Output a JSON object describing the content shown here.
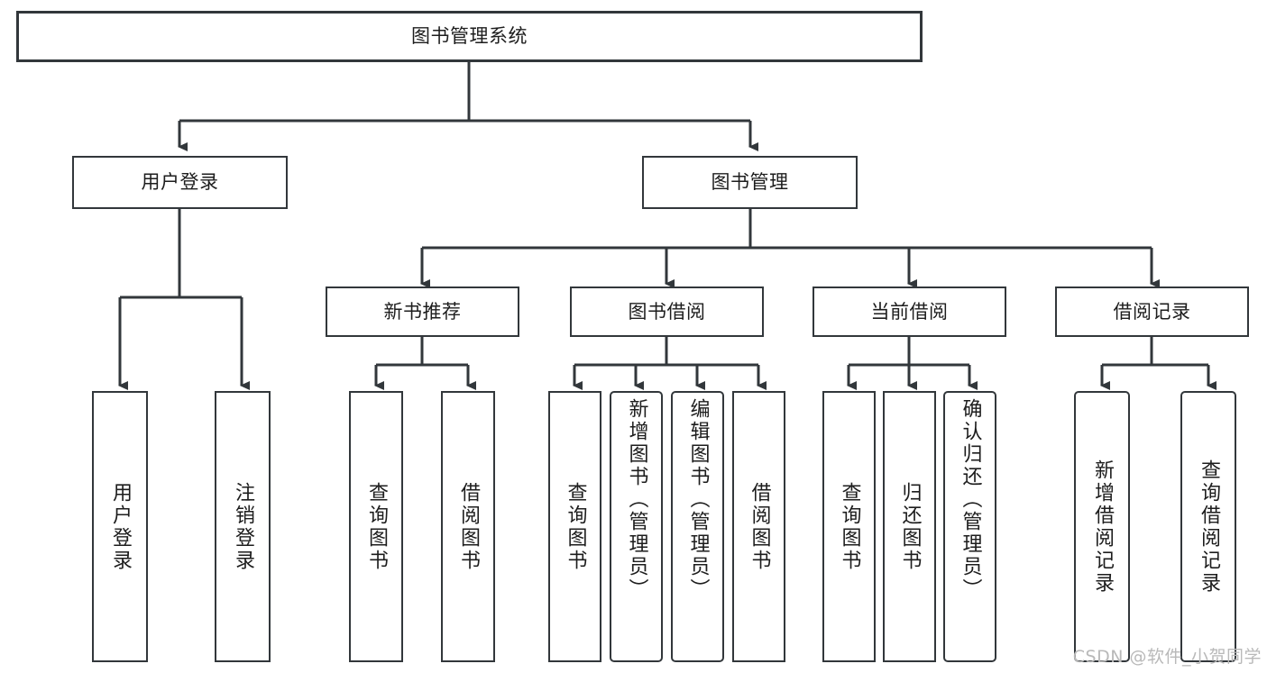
{
  "diagram": {
    "type": "tree",
    "title": "图书管理系统",
    "root": {
      "id": "root",
      "label": "图书管理系统"
    },
    "level2": [
      {
        "id": "user-login",
        "label": "用户登录"
      },
      {
        "id": "book-manage",
        "label": "图书管理"
      }
    ],
    "level3": [
      {
        "id": "new-book-rec",
        "label": "新书推荐",
        "parent": "book-manage"
      },
      {
        "id": "book-borrow",
        "label": "图书借阅",
        "parent": "book-manage"
      },
      {
        "id": "current-borrow",
        "label": "当前借阅",
        "parent": "book-manage"
      },
      {
        "id": "borrow-record",
        "label": "借阅记录",
        "parent": "book-manage"
      }
    ],
    "leaves": [
      {
        "id": "leaf-user-login",
        "label": "用户登录",
        "parent": "user-login"
      },
      {
        "id": "leaf-logout-login",
        "label": "注销登录",
        "parent": "user-login"
      },
      {
        "id": "leaf-query-book-1",
        "label": "查询图书",
        "parent": "new-book-rec"
      },
      {
        "id": "leaf-borrow-book-1",
        "label": "借阅图书",
        "parent": "new-book-rec"
      },
      {
        "id": "leaf-query-book-2",
        "label": "查询图书",
        "parent": "book-borrow"
      },
      {
        "id": "leaf-add-book",
        "label": "新增图书（管理员）",
        "parent": "book-borrow"
      },
      {
        "id": "leaf-edit-book",
        "label": "编辑图书（管理员）",
        "parent": "book-borrow"
      },
      {
        "id": "leaf-borrow-book-2",
        "label": "借阅图书",
        "parent": "book-borrow"
      },
      {
        "id": "leaf-query-book-3",
        "label": "查询图书",
        "parent": "current-borrow"
      },
      {
        "id": "leaf-return-book",
        "label": "归还图书",
        "parent": "current-borrow"
      },
      {
        "id": "leaf-confirm-return",
        "label": "确认归还（管理员）",
        "parent": "current-borrow"
      },
      {
        "id": "leaf-add-record",
        "label": "新增借阅记录",
        "parent": "borrow-record"
      },
      {
        "id": "leaf-query-record",
        "label": "查询借阅记录",
        "parent": "borrow-record"
      }
    ]
  },
  "watermark": {
    "text": "CSDN @软件_小贺同学"
  },
  "colors": {
    "border": "#32373b",
    "text": "#1d1d1d",
    "background": "#ffffff",
    "connector": "#32373b",
    "watermark": "#b9b9b9"
  }
}
